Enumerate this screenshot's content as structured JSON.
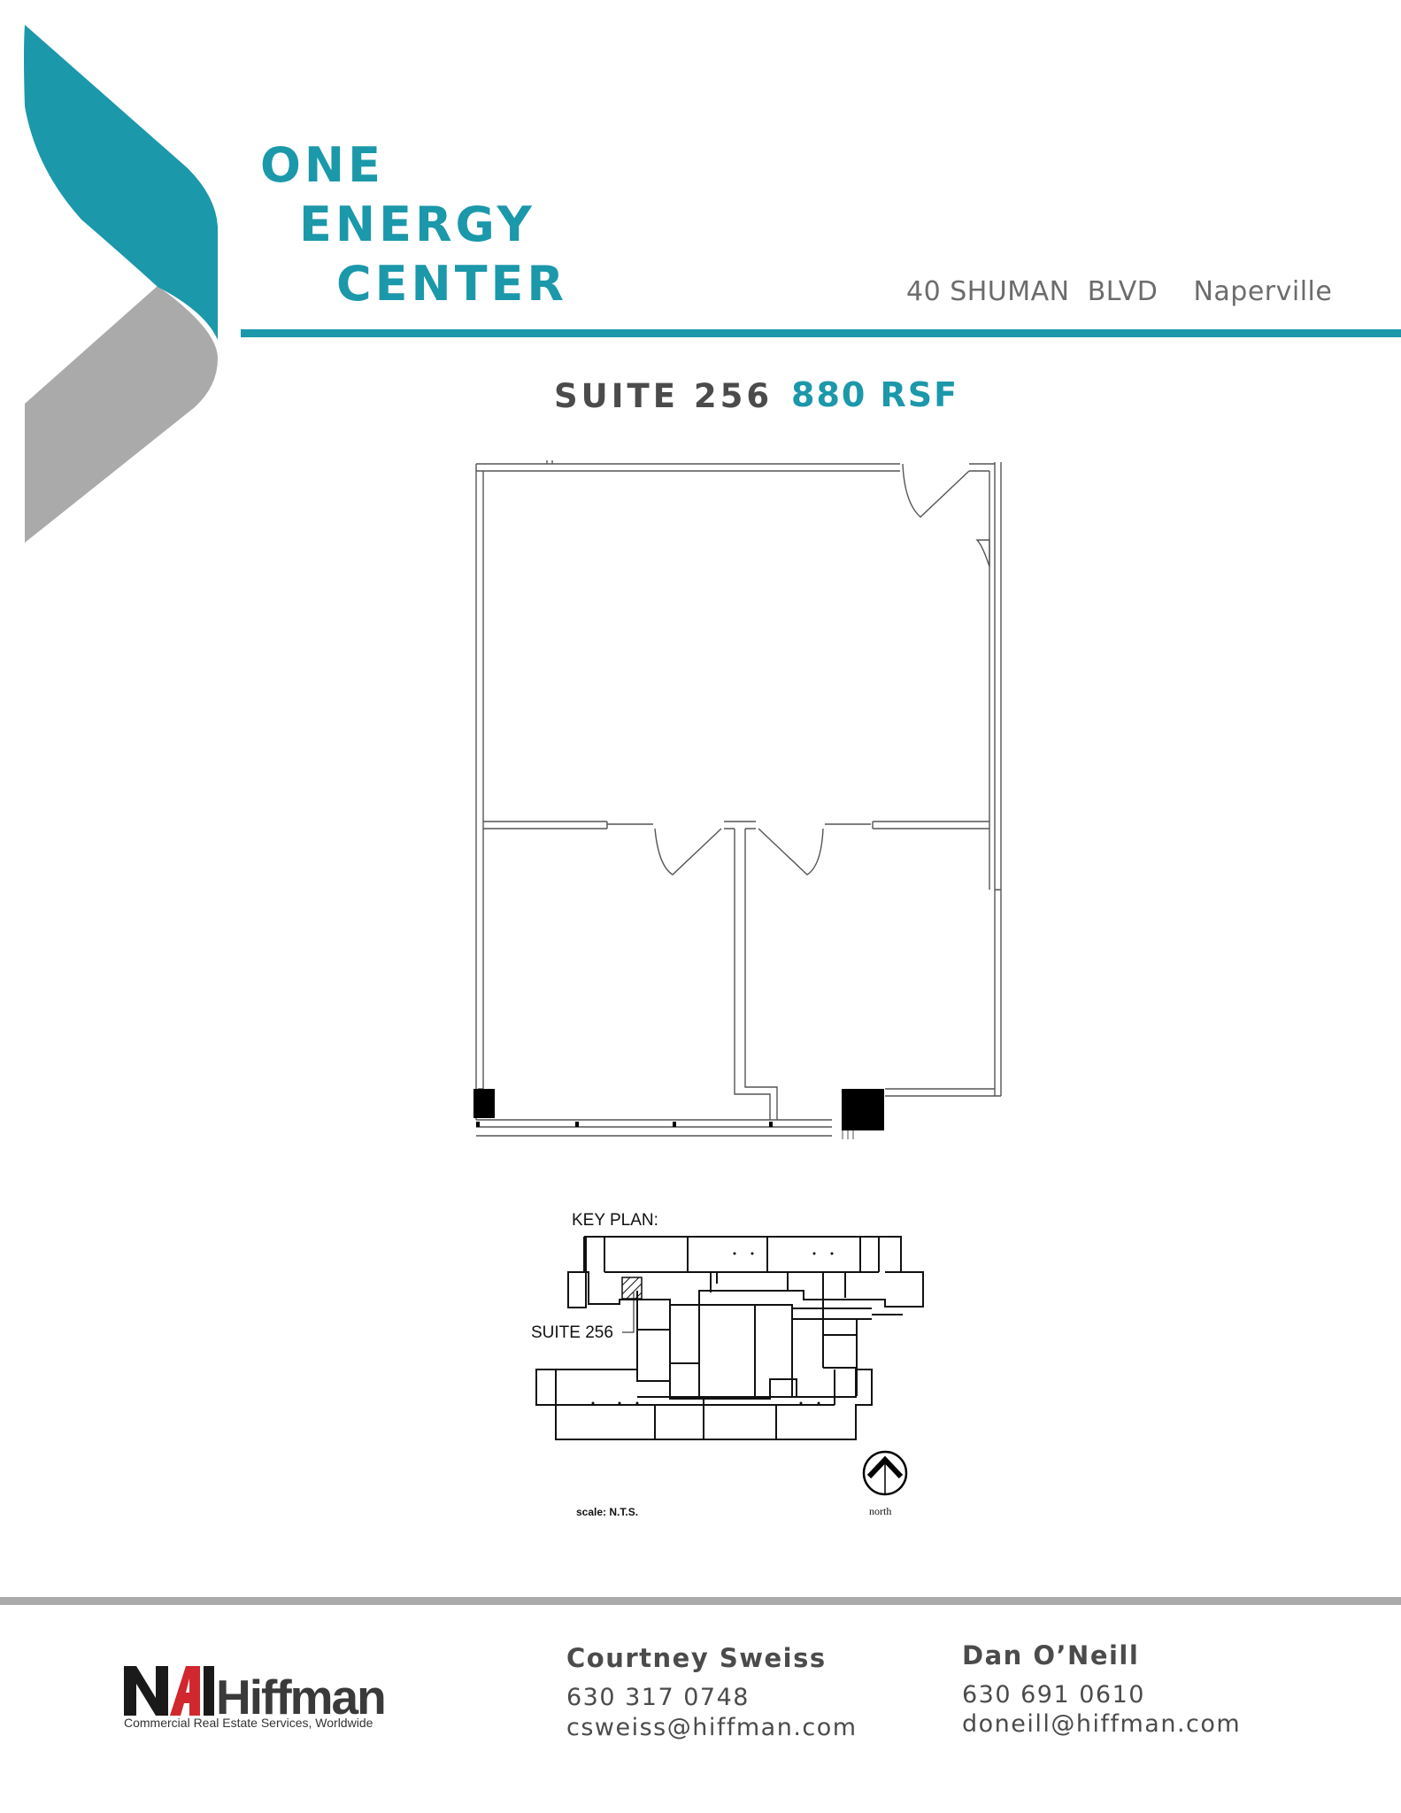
{
  "brand": {
    "title_lines": [
      "ONE",
      "ENERGY",
      "CENTER"
    ],
    "colors": {
      "teal": "#1b98aa",
      "gray": "#aaaaaa",
      "dark_text": "#4b4b4b",
      "nai_red": "#d0282e"
    }
  },
  "header": {
    "address": "40 SHUMAN  BLVD    Naperville"
  },
  "suite": {
    "label": "SUITE 256",
    "area": "880 RSF"
  },
  "key_plan": {
    "title": "KEY PLAN:",
    "suite_callout": "SUITE 256",
    "scale": "scale: N.T.S.",
    "north": "north"
  },
  "footer": {
    "logo": {
      "wordmark": "NAIHiffman",
      "tagline": "Commercial Real Estate Services, Worldwide"
    },
    "contacts": [
      {
        "name": "Courtney Sweiss",
        "phone": "630 317 0748",
        "email": "csweiss@hiffman.com"
      },
      {
        "name": "Dan O’Neill",
        "phone": "630 691 0610",
        "email": "doneill@hiffman.com"
      }
    ]
  }
}
